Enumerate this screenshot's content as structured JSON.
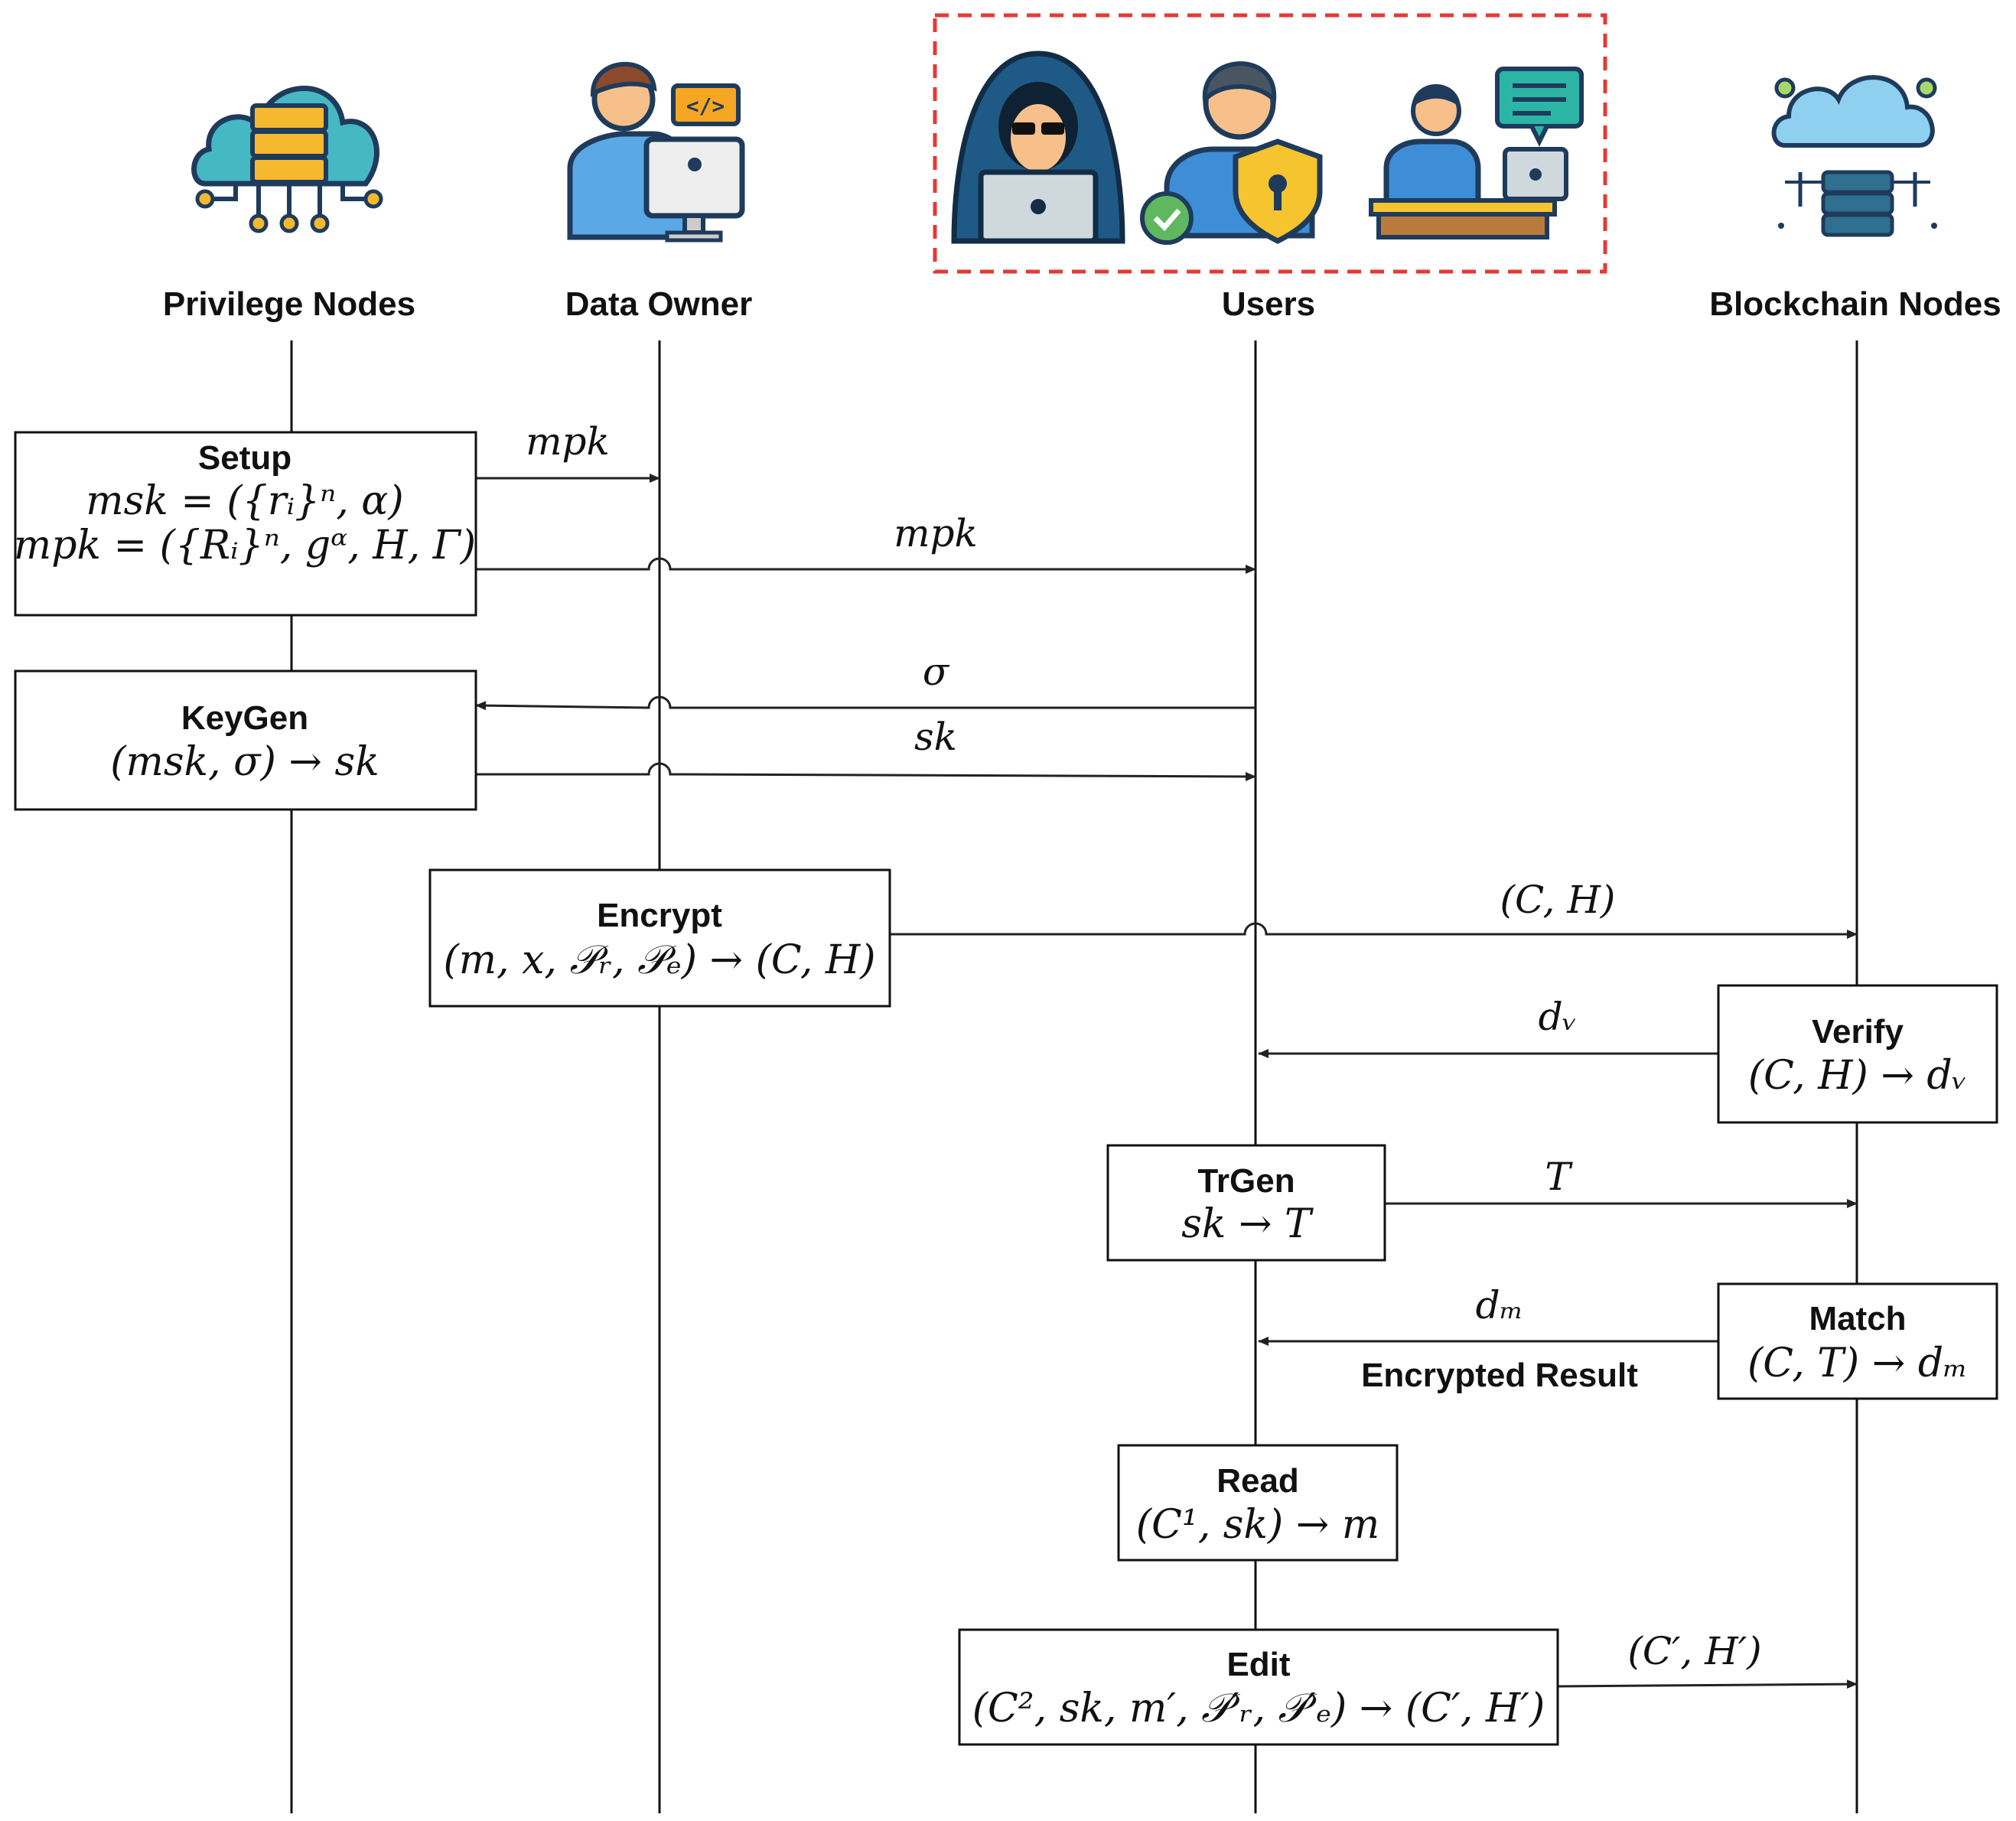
{
  "actors": [
    {
      "id": "privilege",
      "label": "Privilege Nodes",
      "icon": "cloud-server-icon"
    },
    {
      "id": "owner",
      "label": "Data Owner",
      "icon": "developer-icon"
    },
    {
      "id": "users",
      "label": "Users",
      "icon": "users-group-icon"
    },
    {
      "id": "blockchain",
      "label": "Blockchain Nodes",
      "icon": "cloud-database-icon"
    }
  ],
  "user_icons": [
    "hacker-icon",
    "secure-user-icon",
    "laptop-user-icon"
  ],
  "boxes": {
    "setup": {
      "title": "Setup",
      "lines": [
        "msk = ({rᵢ}ⁿ, α)",
        "mpk = ({Rᵢ}ⁿ, gᵅ, H, Γ)"
      ]
    },
    "keygen": {
      "title": "KeyGen",
      "lines": [
        "(msk, σ) → sk"
      ]
    },
    "encrypt": {
      "title": "Encrypt",
      "lines": [
        "(m, x, 𝒫ᵣ, 𝒫ₑ) → (C, H)"
      ]
    },
    "verify": {
      "title": "Verify",
      "lines": [
        "(C, H) → dᵥ"
      ]
    },
    "trgen": {
      "title": "TrGen",
      "lines": [
        "sk → T"
      ]
    },
    "match": {
      "title": "Match",
      "lines": [
        "(C, T) → dₘ"
      ]
    },
    "read": {
      "title": "Read",
      "lines": [
        "(C¹, sk) → m"
      ]
    },
    "edit": {
      "title": "Edit",
      "lines": [
        "(C², sk, m′, 𝒫′ᵣ, 𝒫′ₑ) → (C′, H′)"
      ]
    }
  },
  "messages": {
    "mpk_owner": "mpk",
    "mpk_users": "mpk",
    "sigma": "σ",
    "sk": "sk",
    "ch": "(C, H)",
    "dv": "dᵥ",
    "t": "T",
    "dm": "dₘ",
    "encrypted_result": "Encrypted Result",
    "ch_prime": "(C′, H′)"
  },
  "colors": {
    "highlight_border": "#e53935",
    "cloud_teal": "#45b8c4",
    "server_gold": "#f5b82e",
    "navy": "#1f3b5c",
    "sky": "#8fd0f0"
  }
}
